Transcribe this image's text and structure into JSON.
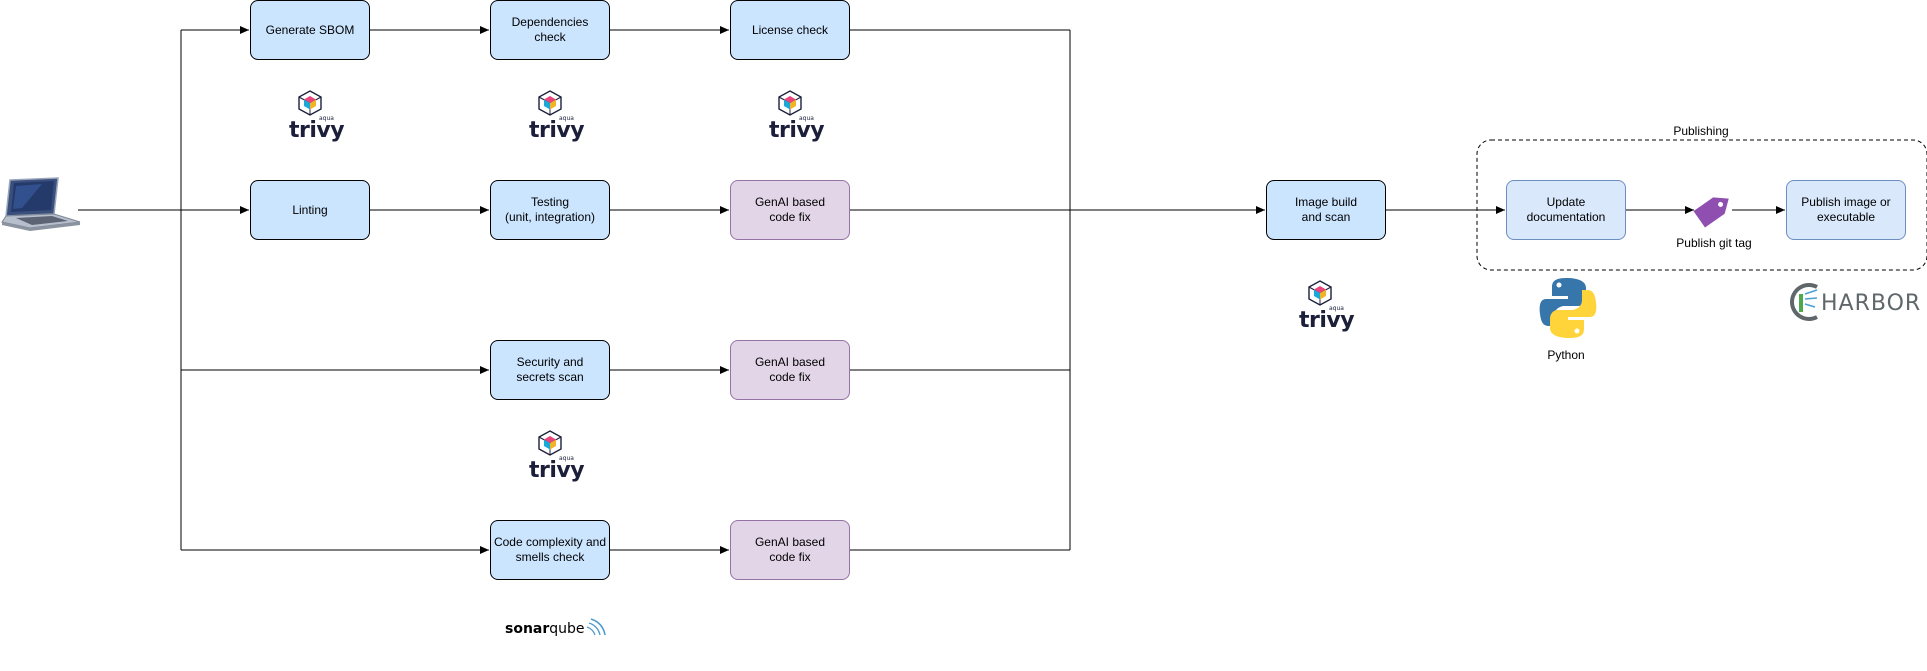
{
  "boxes": {
    "generate_sbom": "Generate SBOM",
    "dependencies_check": "Dependencies\ncheck",
    "license_check": "License check",
    "linting": "Linting",
    "testing": "Testing\n(unit, integration)",
    "genai_fix_1": "GenAI based\ncode fix",
    "security_scan": "Security and\nsecrets scan",
    "genai_fix_2": "GenAI based\ncode fix",
    "code_complexity": "Code complexity and\nsmells check",
    "genai_fix_3": "GenAI based\ncode fix",
    "image_build": "Image build\nand scan",
    "update_docs": "Update\ndocumentation",
    "publish_image": "Publish image or\nexecutable"
  },
  "labels": {
    "publishing_group": "Publishing",
    "publish_git_tag": "Publish git tag",
    "python": "Python"
  },
  "logos": {
    "trivy": "trivy",
    "aqua": "aqua",
    "sonar_bold": "sonar",
    "sonar_light": "qube",
    "harbor": "HARBOR"
  },
  "icons": {
    "laptop": "laptop-icon",
    "git_tag": "tag-icon",
    "python": "python-logo-icon",
    "trivy": "trivy-logo-icon",
    "sonarqube": "sonarqube-logo-icon",
    "harbor": "harbor-logo-icon"
  },
  "colors": {
    "step_box": "#cce5ff",
    "genai_box": "#e1d5e7",
    "publish_box": "#dae8fc",
    "tag": "#8e4fb0",
    "python_blue": "#3776ab",
    "python_yellow": "#ffd43b"
  }
}
